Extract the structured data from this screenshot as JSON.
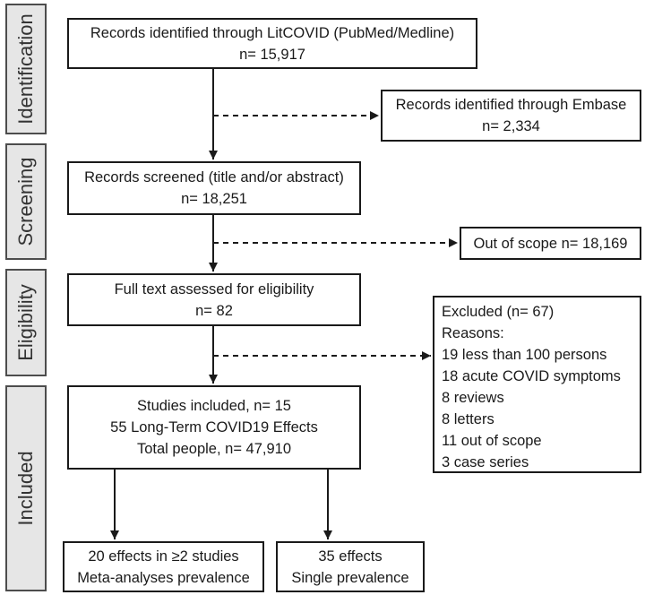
{
  "phases": {
    "identification": "Identification",
    "screening": "Screening",
    "eligibility": "Eligibility",
    "included": "Included"
  },
  "boxes": {
    "litcovid": {
      "line1": "Records identified through LitCOVID (PubMed/Medline)",
      "line2": "n= 15,917"
    },
    "embase": {
      "line1": "Records identified through Embase",
      "line2": "n= 2,334"
    },
    "screened": {
      "line1": "Records screened (title and/or abstract)",
      "line2": "n= 18,251"
    },
    "out_of_scope": {
      "line1": "Out of scope n= 18,169"
    },
    "full_text": {
      "line1": "Full text assessed for eligibility",
      "line2": "n= 82"
    },
    "excluded": {
      "title": "Excluded (n= 67)",
      "reasons_label": "Reasons:",
      "reasons": [
        "19 less than 100 persons",
        "18 acute COVID symptoms",
        "8 reviews",
        "8 letters",
        "11 out of scope",
        "3 case series"
      ]
    },
    "included": {
      "line1": "Studies included, n= 15",
      "line2": "55 Long-Term COVID19 Effects",
      "line3": "Total people, n= 47,910"
    },
    "meta": {
      "line1": "20 effects in ≥2 studies",
      "line2": "Meta-analyses prevalence"
    },
    "single": {
      "line1": "35 effects",
      "line2": "Single prevalence"
    }
  }
}
